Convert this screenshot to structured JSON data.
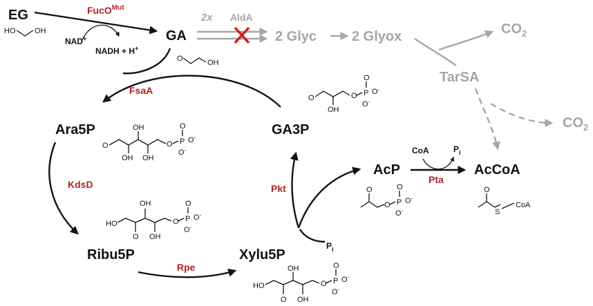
{
  "metabolites": {
    "eg": "EG",
    "ga": "GA",
    "glyc": "2 Glyc",
    "glyox": "2 Glyox",
    "co2_top_base": "CO",
    "co2_top_sub": "2",
    "tarsa": "TarSA",
    "co2_right_base": "CO",
    "co2_right_sub": "2",
    "ara5p": "Ara5P",
    "ga3p": "GA3P",
    "ribu5p": "Ribu5P",
    "xylu5p": "Xylu5P",
    "acp": "AcP",
    "accoa": "AcCoA"
  },
  "enzymes": {
    "fuco_base": "FucO",
    "fuco_sup": "Mut",
    "alda": "AldA",
    "alda_multiplier": "2x",
    "fsaa": "FsaA",
    "kdsd": "KdsD",
    "rpe": "Rpe",
    "pkt": "Pkt",
    "pta": "Pta"
  },
  "cofactors": {
    "nad": "NAD",
    "nad_plus": "+",
    "nadh": "NADH + H",
    "nadh_plus": "+",
    "coa": "CoA",
    "pi_base": "P",
    "pi_sub": "i"
  },
  "atoms": {
    "oh": "OH",
    "ho": "HO",
    "o": "O",
    "p": "P",
    "s": "S",
    "coa": "CoA",
    "o_minus": "O",
    "minus": "-"
  },
  "colors": {
    "enzyme": "#b22222",
    "blocked_cross": "#cc2020",
    "inactive": "#a6a6a6",
    "text": "#111111"
  }
}
